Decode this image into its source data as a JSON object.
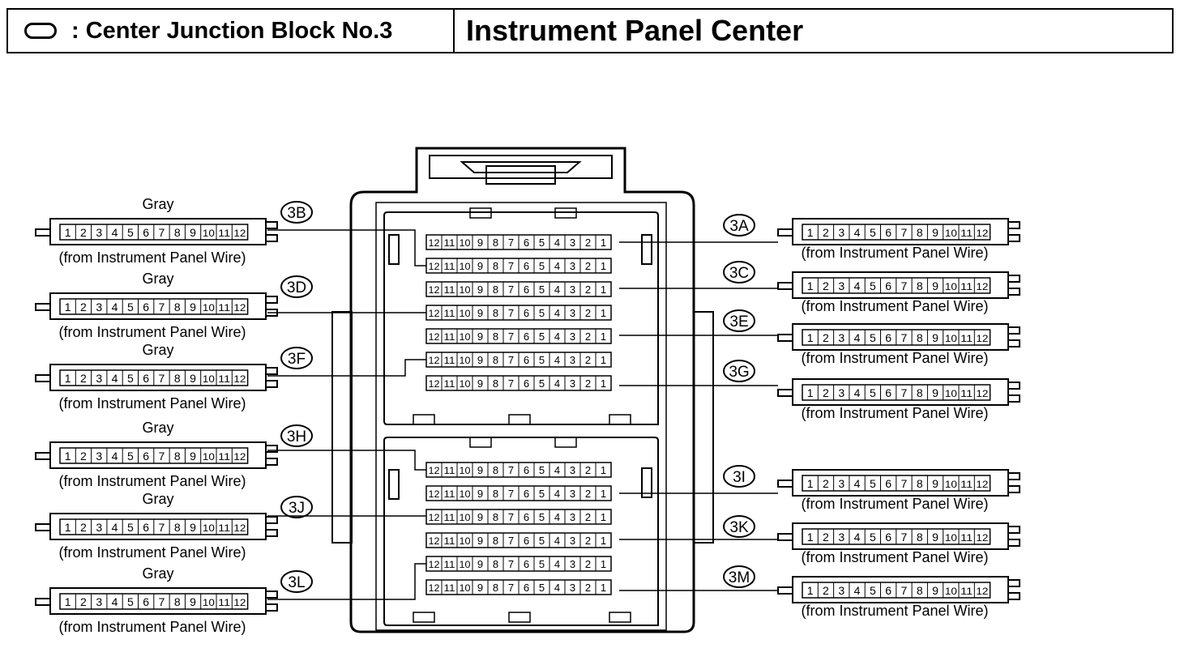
{
  "header": {
    "symbol_icon": "oval-connector-icon",
    "separator": ":",
    "block_name": "Center Junction Block No.3",
    "location": "Instrument Panel Center"
  },
  "left_connectors": [
    {
      "id": "3B",
      "color": "Gray",
      "source": "(from Instrument Panel Wire)"
    },
    {
      "id": "3D",
      "color": "Gray",
      "source": "(from Instrument Panel Wire)"
    },
    {
      "id": "3F",
      "color": "Gray",
      "source": "(from Instrument Panel Wire)"
    },
    {
      "id": "3H",
      "color": "Gray",
      "source": "(from Instrument Panel Wire)"
    },
    {
      "id": "3J",
      "color": "Gray",
      "source": "(from Instrument Panel Wire)"
    },
    {
      "id": "3L",
      "color": "Gray",
      "source": "(from Instrument Panel Wire)"
    }
  ],
  "right_connectors": [
    {
      "id": "3A",
      "source": "(from Instrument Panel Wire)"
    },
    {
      "id": "3C",
      "source": "(from Instrument Panel Wire)"
    },
    {
      "id": "3E",
      "source": "(from Instrument Panel Wire)"
    },
    {
      "id": "3G",
      "source": "(from Instrument Panel Wire)"
    },
    {
      "id": "3I",
      "source": "(from Instrument Panel Wire)"
    },
    {
      "id": "3K",
      "source": "(from Instrument Panel Wire)"
    },
    {
      "id": "3M",
      "source": "(from Instrument Panel Wire)"
    }
  ],
  "external_pins": [
    "1",
    "2",
    "3",
    "4",
    "5",
    "6",
    "7",
    "8",
    "9",
    "10",
    "11",
    "12"
  ],
  "block_pins": [
    "12",
    "11",
    "10",
    "9",
    "8",
    "7",
    "6",
    "5",
    "4",
    "3",
    "2",
    "1"
  ],
  "block_upper_rows": 7,
  "block_lower_rows": 6
}
